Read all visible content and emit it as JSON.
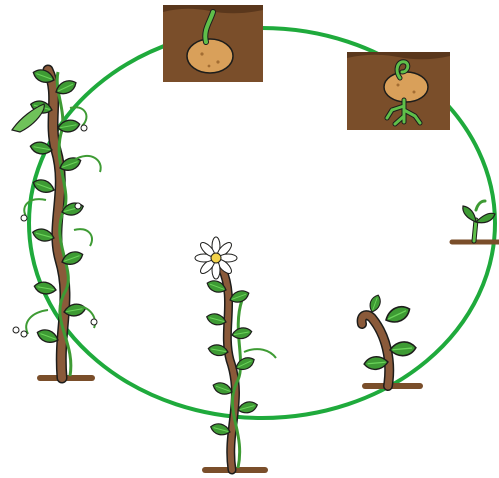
{
  "diagram": {
    "type": "life-cycle",
    "stages": [
      {
        "id": "seed",
        "icon": "bean-seed-sprouting-icon"
      },
      {
        "id": "germination",
        "icon": "bean-seed-with-roots-icon"
      },
      {
        "id": "seedling",
        "icon": "small-seedling-icon"
      },
      {
        "id": "young-plant",
        "icon": "young-plant-icon"
      },
      {
        "id": "flowering-plant",
        "icon": "flowering-plant-icon"
      },
      {
        "id": "mature-plant",
        "icon": "mature-plant-with-pods-icon"
      }
    ]
  },
  "colors": {
    "cycle_ring": "#1faa3c",
    "soil": "#7a4e2a",
    "seed": "#d9a05a",
    "leaf": "#3e9b34",
    "leaf_light": "#5fbf4a",
    "stem": "#8a5a3a",
    "flower_petal": "#ffffff",
    "flower_center": "#f3d34a",
    "outline": "#1d1d1b"
  }
}
